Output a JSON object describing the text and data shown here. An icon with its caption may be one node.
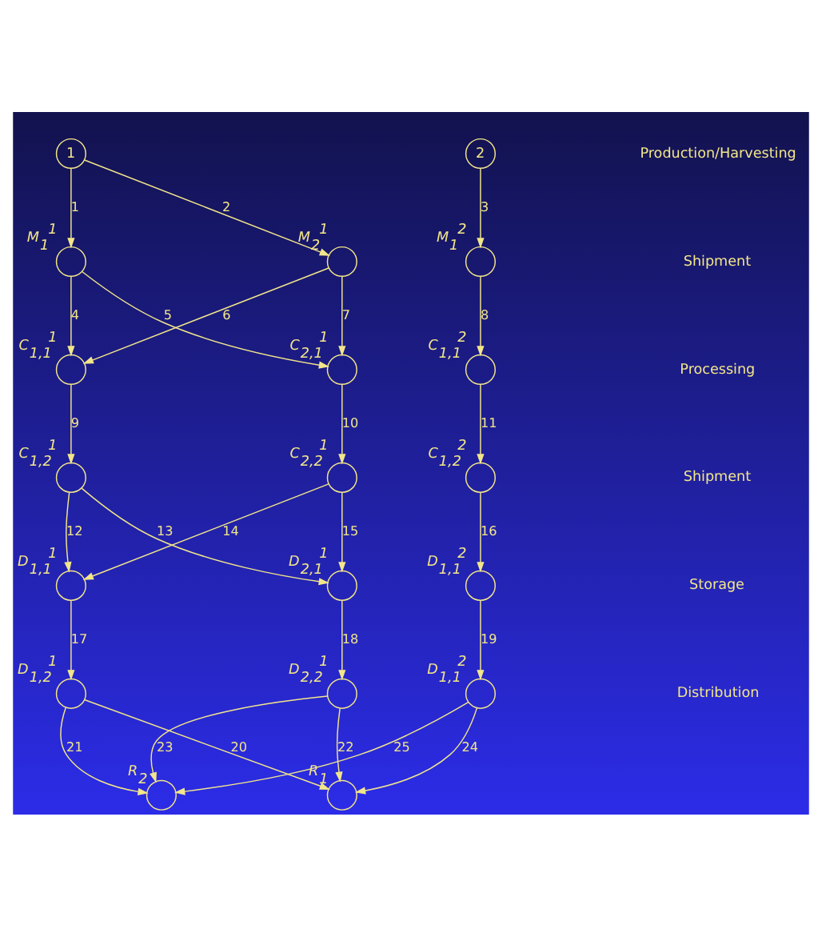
{
  "diagram": {
    "nodes": [
      {
        "text": [
          "1"
        ]
      },
      {
        "text": [
          "2"
        ]
      },
      {
        "text": [],
        "shape": "circle",
        "beside": [
          "M$_{1}$$^{1}$"
        ]
      },
      {
        "text": [],
        "shape": "circle",
        "beside": [
          "M$_{2}$$^{1}$"
        ]
      },
      {
        "text": [],
        "shape": "circle",
        "beside": [
          "M$_{1}$$^{2}$"
        ]
      },
      {
        "text": [],
        "shape": "circle",
        "beside": [
          "C$_{1,1}$$^{1}$"
        ]
      },
      {
        "text": [],
        "shape": "circle",
        "beside": [
          "C$_{2,1}$$^{1}$"
        ]
      },
      {
        "text": [],
        "shape": "circle",
        "beside": [
          "C$_{1,1}$$^{2}$"
        ]
      },
      {
        "text": [],
        "shape": "circle",
        "beside": [
          "C$_{1,2}$$^{1}$"
        ]
      },
      {
        "text": [],
        "shape": "circle",
        "beside": [
          "C$_{2,2}$$^{1}$"
        ]
      },
      {
        "text": [],
        "shape": "circle",
        "beside": [
          "C$_{1,2}$$^{2}$"
        ]
      },
      {
        "text": [],
        "shape": "circle",
        "beside": [
          "D$_{1,1}$$^{1}$"
        ]
      },
      {
        "text": [],
        "shape": "circle",
        "beside": [
          "D$_{2,1}$$^{1}$"
        ]
      },
      {
        "text": [],
        "shape": "circle",
        "beside": [
          "D$_{1,1}$$^{2}$"
        ]
      },
      {
        "text": [],
        "shape": "circle",
        "beside": [
          "D$_{1,2}$$^{1}$"
        ]
      },
      {
        "text": [],
        "shape": "circle",
        "beside": [
          "D$_{2,2}$$^{1}$"
        ]
      },
      {
        "text": [],
        "shape": "circle",
        "beside": [
          "D$_{1,1}$$^{2}$"
        ]
      },
      {
        "text": [],
        "shape": "circle",
        "beside": [
          "R$_{1}$"
        ]
      },
      {
        "text": [],
        "shape": "circle",
        "beside": [
          "R$_{2}$"
        ]
      }
    ],
    "edges": [
      {
        "from": 0,
        "to": 2,
        "arrow": "to",
        "label": "1"
      },
      {
        "from": 0,
        "to": 3,
        "arrow": "to",
        "label": "2"
      },
      {
        "from": 1,
        "to": 4,
        "arrow": "to",
        "label": "3"
      },
      {
        "from": 2,
        "to": 5,
        "arrow": "to",
        "label": "4"
      },
      {
        "from": 2,
        "to": 6,
        "arrow": "to",
        "label": "5"
      },
      {
        "from": 3,
        "to": 5,
        "arrow": "to",
        "label": "6"
      },
      {
        "from": 3,
        "to": 6,
        "arrow": "to",
        "label": "7"
      },
      {
        "from": 4,
        "to": 7,
        "arrow": "to",
        "label": "8"
      },
      {
        "from": 5,
        "to": 8,
        "arrow": "to",
        "label": "9"
      },
      {
        "from": 6,
        "to": 9,
        "arrow": "to",
        "label": "10"
      },
      {
        "from": 7,
        "to": 10,
        "arrow": "to",
        "label": "11"
      },
      {
        "from": 8,
        "to": 11,
        "arrow": "to",
        "label": "12"
      },
      {
        "from": 8,
        "to": 12,
        "arrow": "to",
        "label": "13"
      },
      {
        "from": 9,
        "to": 11,
        "arrow": "to",
        "label": "14"
      },
      {
        "from": 9,
        "to": 12,
        "arrow": "to",
        "label": "15"
      },
      {
        "from": 10,
        "to": 13,
        "arrow": "to",
        "label": "16"
      },
      {
        "from": 11,
        "to": 14,
        "arrow": "to",
        "label": "17"
      },
      {
        "from": 12,
        "to": 15,
        "arrow": "to",
        "label": "18"
      },
      {
        "from": 13,
        "to": 16,
        "arrow": "to",
        "label": "19"
      },
      {
        "from": 14,
        "to": 17,
        "arrow": "to",
        "label": "20"
      },
      {
        "from": 14,
        "to": 18,
        "arrow": "to",
        "label": "21"
      },
      {
        "from": 15,
        "to": 17,
        "arrow": "to",
        "label": "22"
      },
      {
        "from": 15,
        "to": 18,
        "arrow": "to",
        "label": "23"
      },
      {
        "from": 16,
        "to": 17,
        "arrow": "to",
        "label": "24"
      },
      {
        "from": 16,
        "to": 18,
        "arrow": "to",
        "label": "25"
      }
    ],
    "labels": [
      "Production/Harvesting",
      "Shipment",
      "Processing",
      "Shipment",
      "Storage",
      "Distribution"
    ]
  }
}
